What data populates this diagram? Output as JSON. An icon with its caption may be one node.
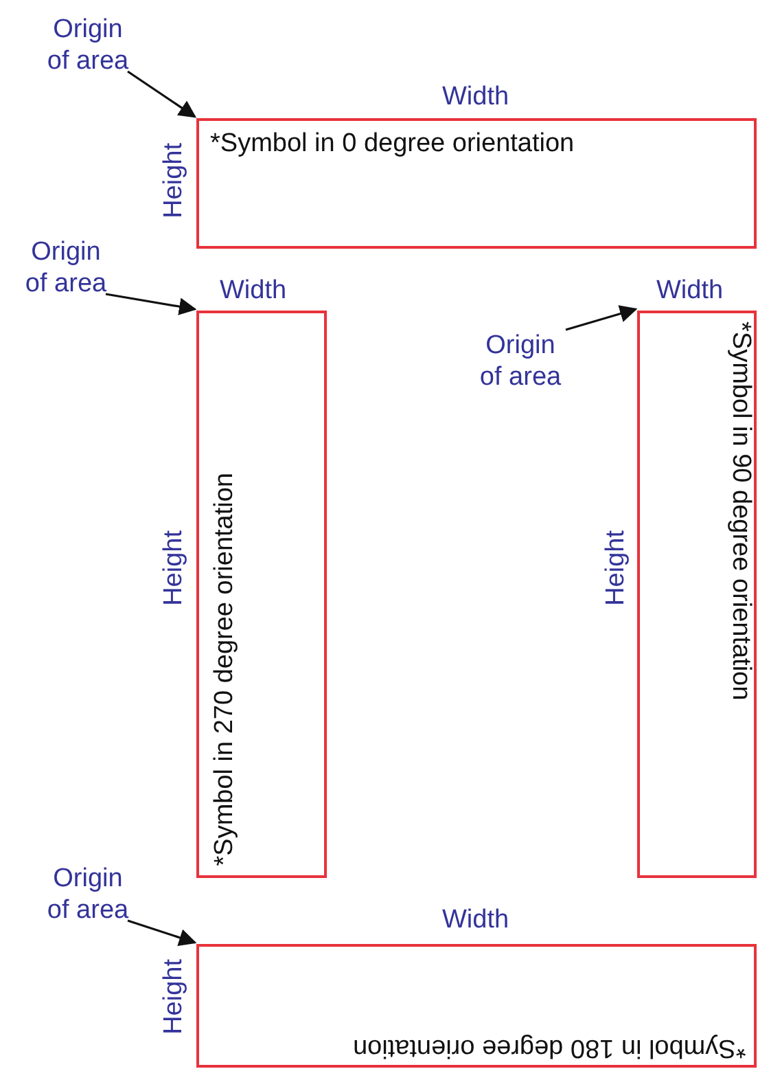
{
  "diagram": {
    "nodes": [
      {
        "text": [
          "Origin of area"
        ]
      },
      {
        "text": [
          "*Symbol in 0 degree orientation"
        ],
        "beside": [
          "Width",
          "Height"
        ]
      },
      {
        "text": [
          "Origin of area"
        ]
      },
      {
        "text": [
          "*Symbol in 270 degree orientation"
        ],
        "beside": [
          "Width",
          "Height"
        ]
      },
      {
        "text": [
          "Origin of area"
        ]
      },
      {
        "text": [
          "*Symbol in 90 degree orientation"
        ],
        "beside": [
          "Width",
          "Height"
        ]
      },
      {
        "text": [
          "Origin of area"
        ]
      },
      {
        "text": [
          "*Symbol in 180 degree orientation"
        ],
        "beside": [
          "Width",
          "Height"
        ]
      }
    ],
    "edges": [
      {
        "from": 0,
        "to": 1,
        "arrow": "to"
      },
      {
        "from": 2,
        "to": 3,
        "arrow": "to"
      },
      {
        "from": 4,
        "to": 5,
        "arrow": "to"
      },
      {
        "from": 6,
        "to": 7,
        "arrow": "to"
      }
    ]
  }
}
